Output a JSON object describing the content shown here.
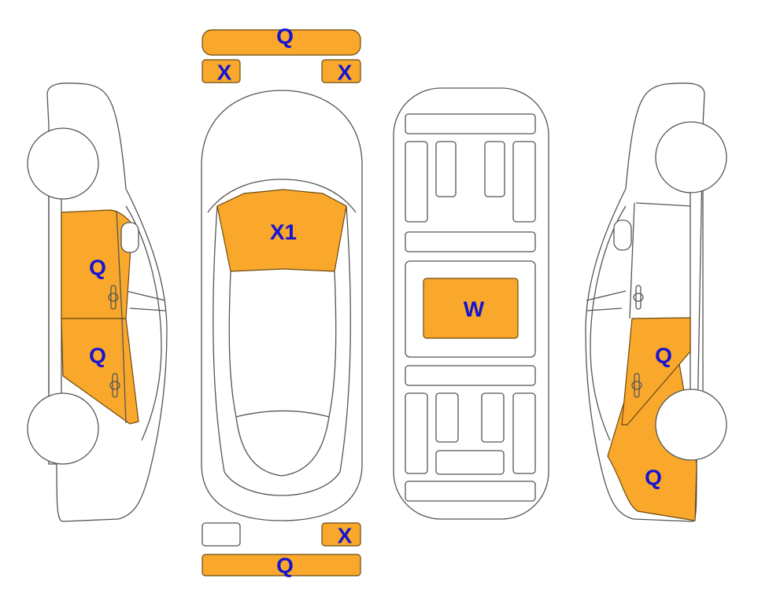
{
  "colors": {
    "damage_fill": "#F9A82C",
    "label": "#1414D2",
    "outline": "#555555"
  },
  "top_view": {
    "front_bumper": "Q",
    "front_left_light": "X",
    "front_right_light": "X",
    "windshield": "X1",
    "rear_right_light": "X",
    "rear_bumper": "Q"
  },
  "underside_view": {
    "center_panel": "W"
  },
  "left_side_view": {
    "front_door": "Q",
    "rear_door": "Q"
  },
  "right_side_view": {
    "rear_door": "Q",
    "rear_quarter": "Q"
  }
}
